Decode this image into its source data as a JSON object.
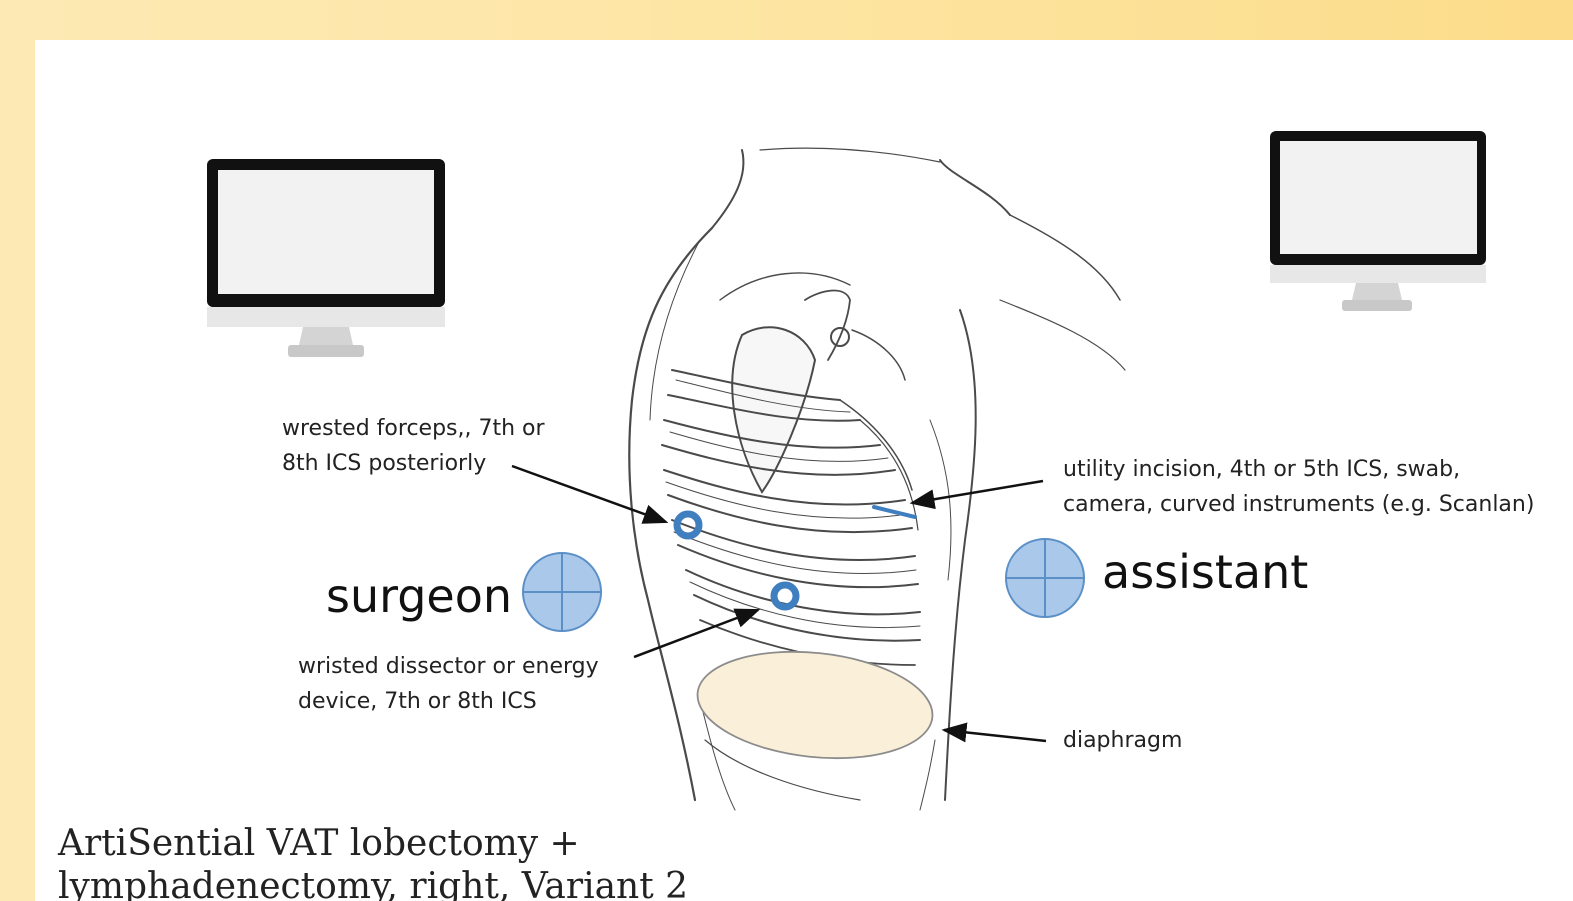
{
  "diagram": {
    "title_lines": [
      "ArtiSential VAT lobectomy +",
      "lymphadenectomy, right, Variant 2"
    ],
    "roles": {
      "surgeon": "surgeon",
      "assistant": "assistant"
    },
    "annotations": {
      "forceps": [
        "wrested forceps,, 7th or",
        "8th ICS posteriorly"
      ],
      "dissector": [
        "wristed dissector or energy",
        "device, 7th or 8th ICS"
      ],
      "utility": [
        "utility incision, 4th or 5th ICS, swab,",
        "camera, curved instruments (e.g. Scanlan)"
      ],
      "diaphragm": [
        "diaphragm"
      ]
    },
    "colors": {
      "background_gradient": "#fde6a6",
      "role_marker_fill": "#a9c8ea",
      "role_marker_stroke": "#5b8fc7",
      "port_ring": "#3f7fc0",
      "diaphragm_fill": "#faefd9",
      "monitor_frame": "#111111",
      "monitor_screen": "#f2f2f2"
    },
    "icons": [
      "monitor-icon",
      "monitor-icon",
      "torso-illustration",
      "port-icon",
      "port-icon",
      "incision-icon",
      "crosshair-circle-icon",
      "crosshair-circle-icon"
    ]
  }
}
